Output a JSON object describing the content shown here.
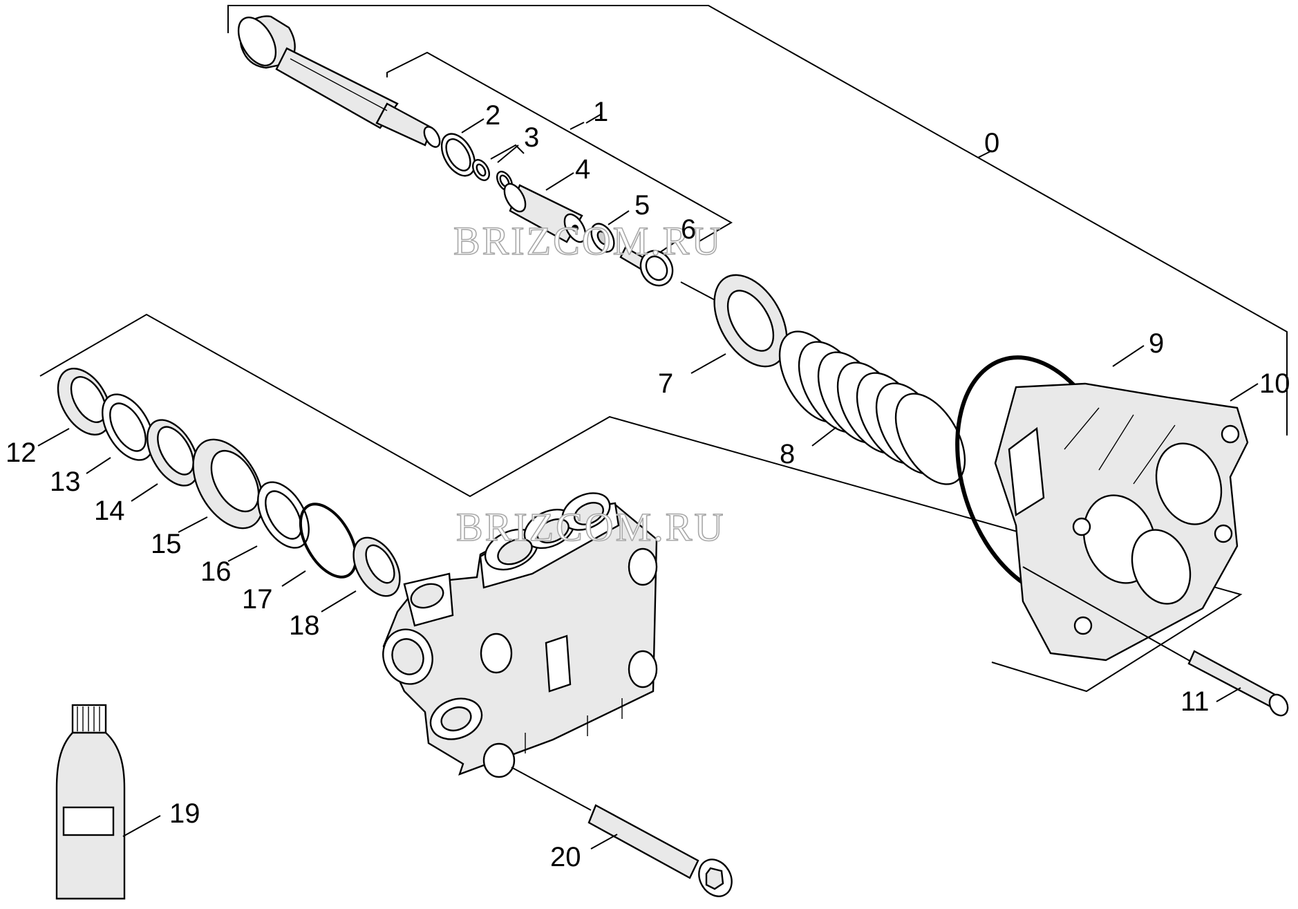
{
  "watermarks": [
    "BRIZCOM.RU",
    "BRIZCOM.RU"
  ],
  "callouts": [
    "0",
    "1",
    "2",
    "3",
    "4",
    "5",
    "6",
    "7",
    "8",
    "9",
    "10",
    "11",
    "12",
    "13",
    "14",
    "15",
    "16",
    "17",
    "18",
    "19",
    "20"
  ]
}
